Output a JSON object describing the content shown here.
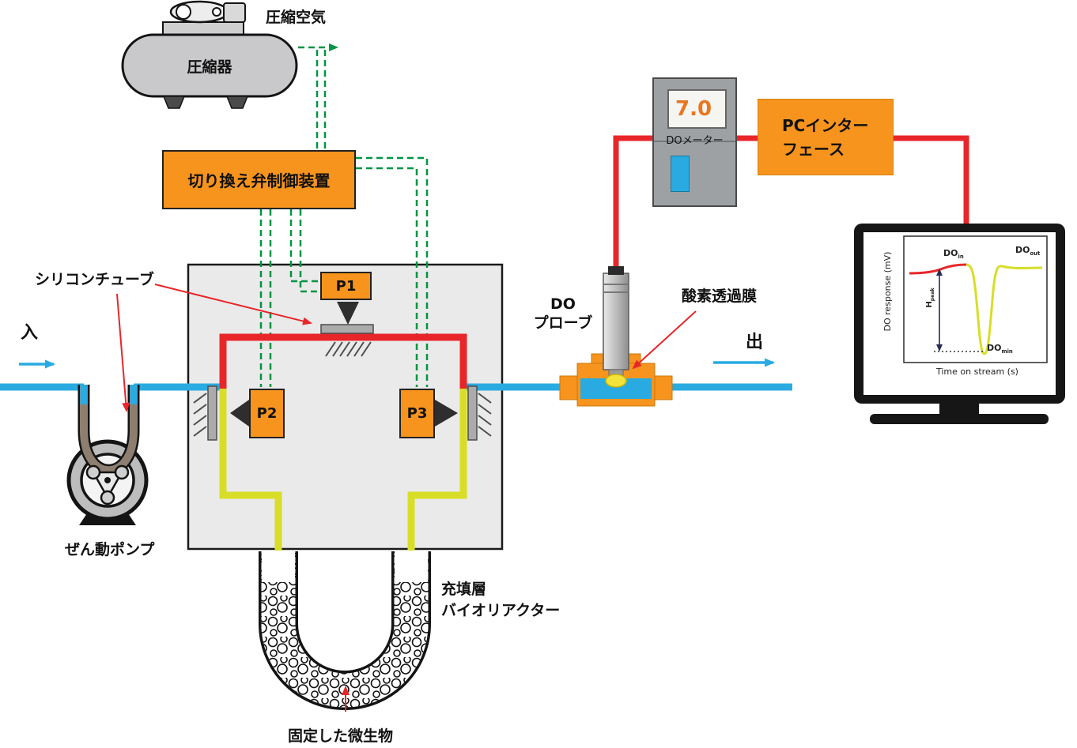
{
  "colors": {
    "accent_orange": "#F7941E",
    "pipe_blue": "#29ABE2",
    "pipe_red": "#E8262A",
    "pipe_yellow": "#D8DE27",
    "signal_green": "#009444"
  },
  "labels": {
    "compressed_air": "圧縮空気",
    "compressor": "圧縮器",
    "valve_controller": "切り換え弁制御装置",
    "silicone_tube": "シリコンチューブ",
    "inlet": "入",
    "outlet": "出",
    "pump": "ぜん動ポンプ",
    "valve_p1": "P1",
    "valve_p2": "P2",
    "valve_p3": "P3",
    "packed_bed_line1": "充填層",
    "packed_bed_line2": "バイオリアクター",
    "immobilized_microbes": "固定した微生物",
    "do_probe_line1": "DO",
    "do_probe_line2": "プローブ",
    "oxygen_membrane": "酸素透過膜"
  },
  "do_meter": {
    "value": "7.0",
    "label": "DOメーター"
  },
  "pc_interface": {
    "line1": "PCインター",
    "line2": "フェース"
  },
  "monitor_chart": {
    "ylabel": "DO response (mV)",
    "xlabel": "Time on stream (s)",
    "do_base": "DO",
    "do_in_sub": "in",
    "do_out_sub": "out",
    "do_min_sub": "min",
    "h_base": "H",
    "h_peak_sub": "peak"
  },
  "chart_data": {
    "type": "line",
    "title": "",
    "xlabel": "Time on stream (s)",
    "ylabel": "DO response (mV)",
    "legend_position": "none",
    "grid": false,
    "series": [
      {
        "name": "DO_in (red segment)",
        "color": "#E8262A",
        "x": [
          0,
          15,
          30,
          42
        ],
        "values": [
          68,
          68,
          72,
          73
        ]
      },
      {
        "name": "DO_out (yellow segment)",
        "color": "#D8DE27",
        "x": [
          42,
          46,
          50,
          54,
          60,
          70,
          85,
          100
        ],
        "values": [
          73,
          30,
          2,
          35,
          70,
          72,
          71,
          71
        ]
      }
    ],
    "annotations": [
      {
        "label": "DO_in",
        "location": "red plateau, upper left"
      },
      {
        "label": "DO_out",
        "location": "yellow recovery plateau, upper right"
      },
      {
        "label": "DO_min",
        "location": "valley minimum"
      },
      {
        "label": "H_peak",
        "location": "vertical double arrow from DO_in level to DO_min level"
      }
    ]
  }
}
